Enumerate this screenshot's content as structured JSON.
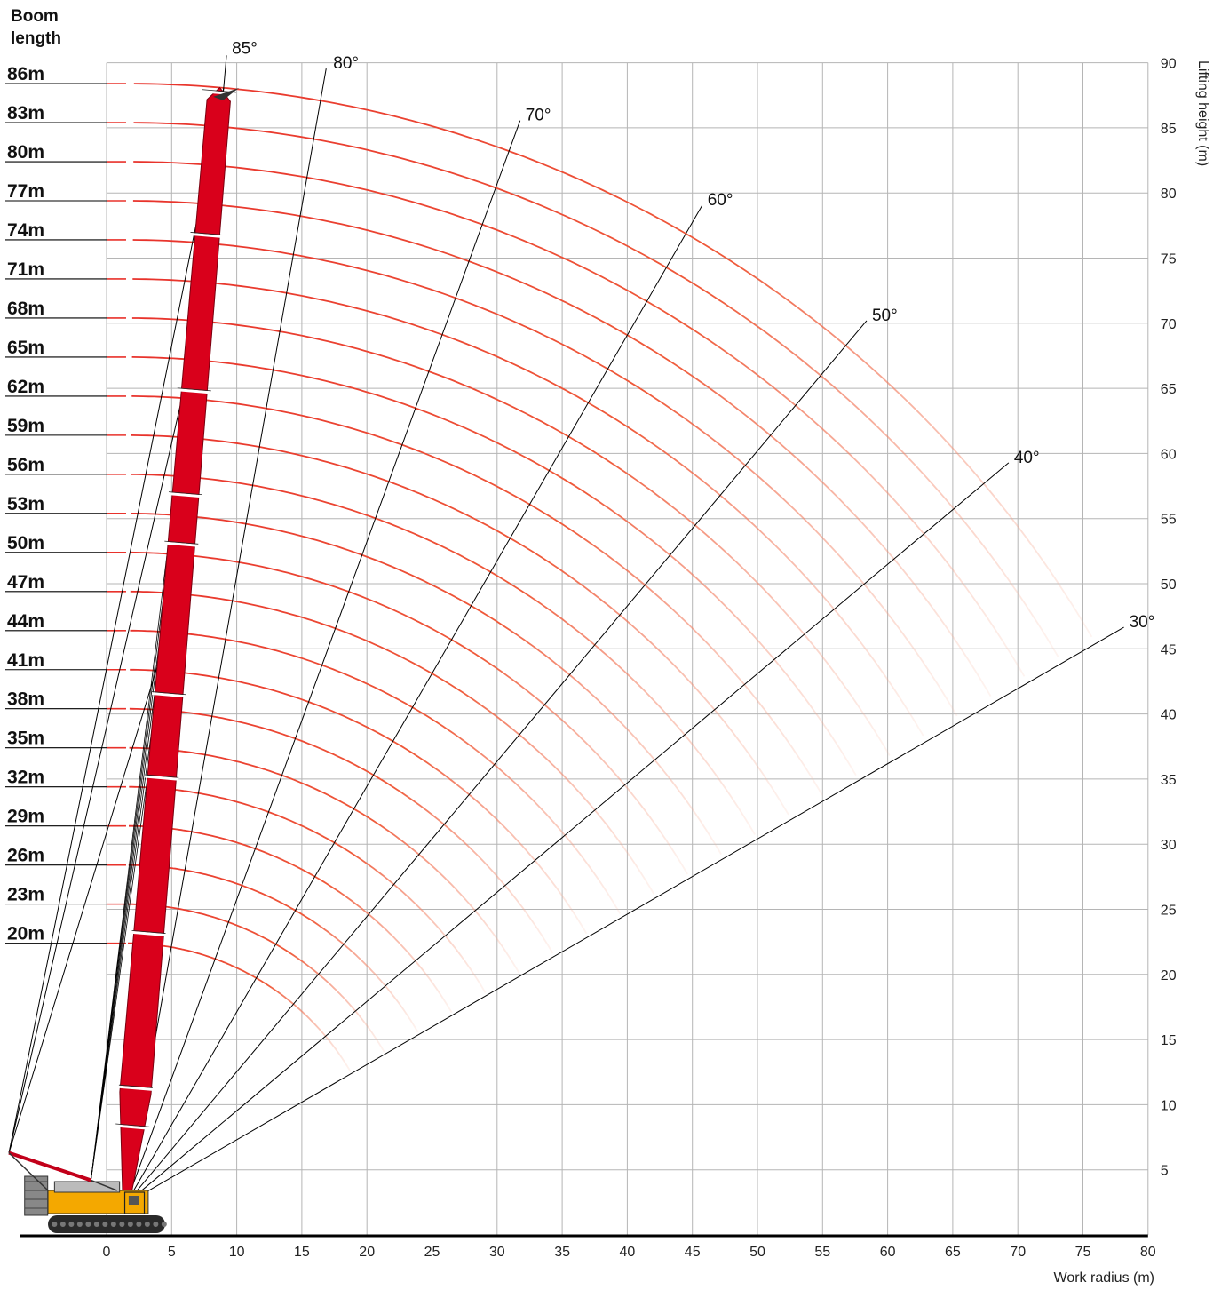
{
  "header": {
    "line1": "Boom",
    "line2": "length"
  },
  "y_axis_title": "Lifting height  (m)",
  "x_axis_title": "Work radius  (m)",
  "chart_data": {
    "type": "line",
    "x_ticks": [
      0,
      5,
      10,
      15,
      20,
      25,
      30,
      35,
      40,
      45,
      50,
      55,
      60,
      65,
      70,
      75,
      80
    ],
    "y_ticks": [
      5,
      10,
      15,
      20,
      25,
      30,
      35,
      40,
      45,
      50,
      55,
      60,
      65,
      70,
      75,
      80,
      85,
      90
    ],
    "xlim": [
      0,
      80
    ],
    "ylim": [
      0,
      90
    ],
    "grid": true,
    "boom_lengths": [
      "86m",
      "83m",
      "80m",
      "77m",
      "74m",
      "71m",
      "68m",
      "65m",
      "62m",
      "59m",
      "56m",
      "53m",
      "50m",
      "47m",
      "44m",
      "41m",
      "38m",
      "35m",
      "32m",
      "29m",
      "26m",
      "23m",
      "20m"
    ],
    "boom_length_values": [
      86,
      83,
      80,
      77,
      74,
      71,
      68,
      65,
      62,
      59,
      56,
      53,
      50,
      47,
      44,
      41,
      38,
      35,
      32,
      29,
      26,
      23,
      20
    ],
    "angles": [
      {
        "label": "85°",
        "deg": 85
      },
      {
        "label": "80°",
        "deg": 80
      },
      {
        "label": "70°",
        "deg": 70
      },
      {
        "label": "60°",
        "deg": 60
      },
      {
        "label": "50°",
        "deg": 50
      },
      {
        "label": "40°",
        "deg": 40
      },
      {
        "label": "30°",
        "deg": 30
      }
    ],
    "pivot": {
      "x": 1.5,
      "y": 2.4
    },
    "colors": {
      "curve": "#e8322b",
      "boom": "#d9001b",
      "boom_outline": "#7a0010",
      "grid": "#b5b5b5",
      "crawler_body": "#f4a800",
      "track": "#2a2a2a"
    }
  }
}
